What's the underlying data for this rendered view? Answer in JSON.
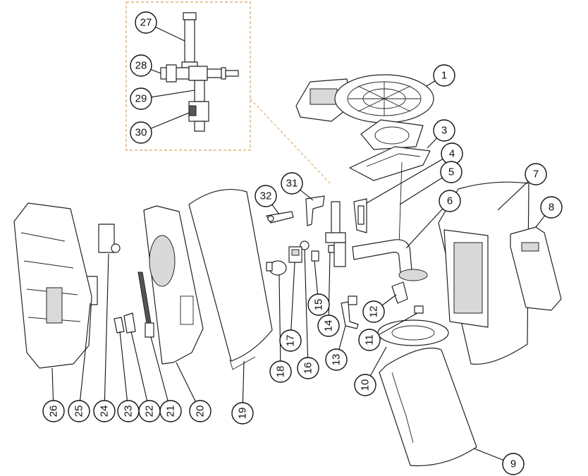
{
  "callouts": [
    {
      "label": "1"
    },
    {
      "label": "3"
    },
    {
      "label": "4"
    },
    {
      "label": "5"
    },
    {
      "label": "6"
    },
    {
      "label": "7"
    },
    {
      "label": "8"
    },
    {
      "label": "9"
    },
    {
      "label": "10"
    },
    {
      "label": "11"
    },
    {
      "label": "12"
    },
    {
      "label": "13"
    },
    {
      "label": "14"
    },
    {
      "label": "15"
    },
    {
      "label": "16"
    },
    {
      "label": "17"
    },
    {
      "label": "18"
    },
    {
      "label": "19"
    },
    {
      "label": "20"
    },
    {
      "label": "21"
    },
    {
      "label": "22"
    },
    {
      "label": "23"
    },
    {
      "label": "24"
    },
    {
      "label": "25"
    },
    {
      "label": "26"
    },
    {
      "label": "27"
    },
    {
      "label": "28"
    },
    {
      "label": "29"
    },
    {
      "label": "30"
    },
    {
      "label": "31"
    },
    {
      "label": "32"
    }
  ],
  "colors": {
    "line": "#222222",
    "inset_border": "#d9a25a",
    "background": "#ffffff"
  }
}
